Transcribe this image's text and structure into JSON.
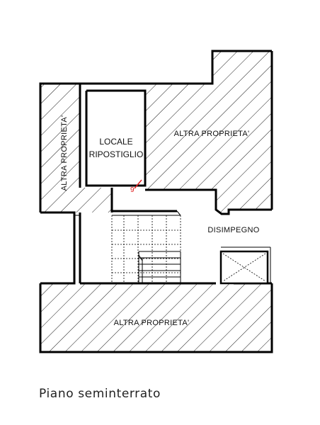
{
  "labels": {
    "altra_left": "ALTRA PROPRIETA'",
    "altra_right": "ALTRA PROPRIETA'",
    "altra_bottom": "ALTRA PROPRIETA'",
    "locale_line1": "LOCALE",
    "locale_line2": "RIPOSTIGLIO",
    "disimpegno": "DISIMPEGNO",
    "section_mark": "9"
  },
  "caption": "Piano  seminterrato",
  "colors": {
    "lines": "#000000",
    "section_mark": "#e02020"
  }
}
